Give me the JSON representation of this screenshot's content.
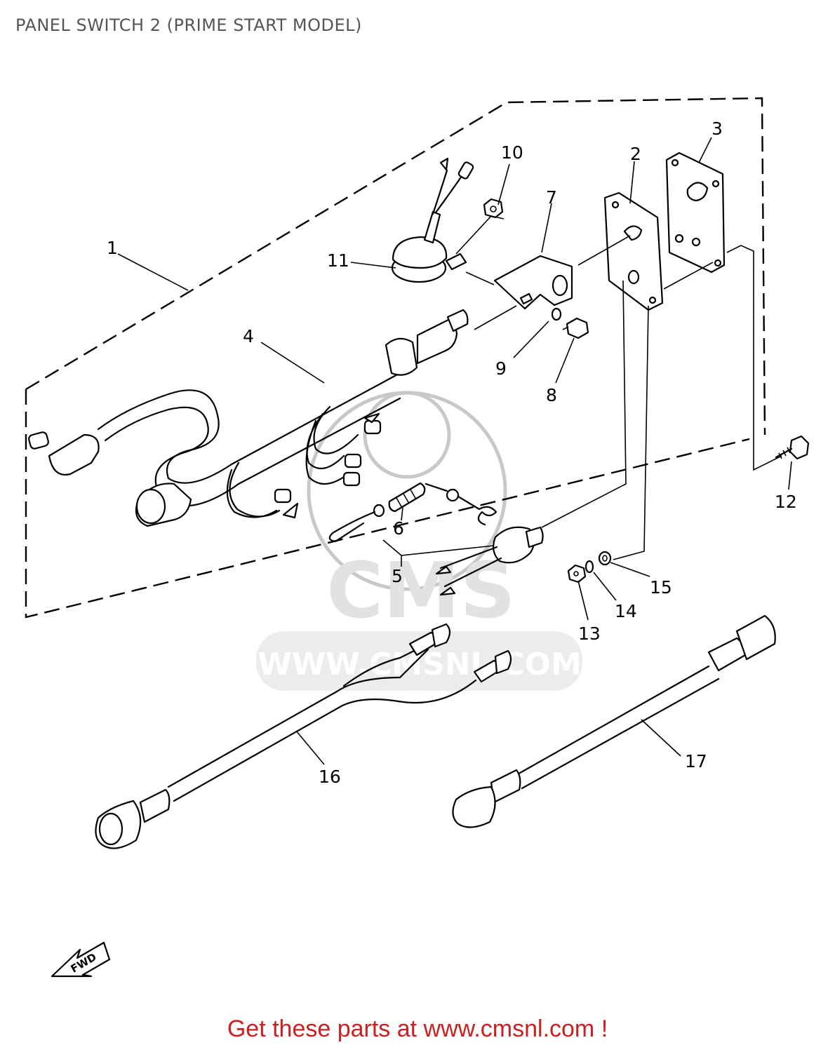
{
  "title": "PANEL SWITCH 2 (PRIME START MODEL)",
  "watermark": {
    "text": "WWW.CMSNL.COM",
    "logo": "CMS"
  },
  "fwd_arrow_label": "FWD",
  "part_labels": {
    "p1": "1",
    "p2": "2",
    "p3": "3",
    "p4": "4",
    "p5": "5",
    "p6": "6",
    "p7": "7",
    "p8": "8",
    "p9": "9",
    "p10": "10",
    "p11": "11",
    "p12": "12",
    "p13": "13",
    "p14": "14",
    "p15": "15",
    "p16": "16",
    "p17": "17"
  },
  "footer": {
    "text": "Get these parts at www.cmsnl.com !",
    "color": "#cc1f1f"
  }
}
